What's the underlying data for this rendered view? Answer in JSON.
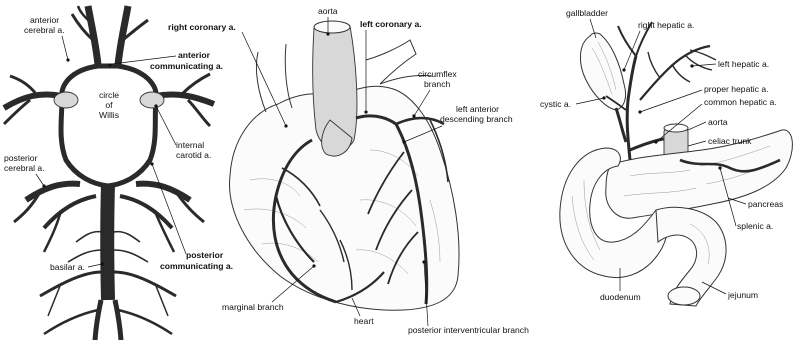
{
  "panels": [
    {
      "id": "brain",
      "labels": {
        "anterior_cerebral_line1": "anterior",
        "anterior_cerebral_line2": "cerebral a.",
        "anterior_communicating_line1": "anterior",
        "anterior_communicating_line2": "communicating a.",
        "circle_line1": "circle",
        "circle_line2": "of",
        "circle_line3": "Willis",
        "internal_carotid_line1": "internal",
        "internal_carotid_line2": "carotid a.",
        "posterior_cerebral_line1": "posterior",
        "posterior_cerebral_line2": "cerebral a.",
        "posterior_communicating_line1": "posterior",
        "posterior_communicating_line2": "communicating a.",
        "basilar": "basilar a."
      }
    },
    {
      "id": "heart",
      "labels": {
        "right_coronary": "right coronary a.",
        "aorta": "aorta",
        "left_coronary": "left coronary a.",
        "circumflex_line1": "circumflex",
        "circumflex_line2": "branch",
        "left_anterior_line1": "left anterior",
        "left_anterior_line2": "descending branch",
        "marginal": "marginal branch",
        "heart": "heart",
        "posterior_interventricular": "posterior interventricular branch"
      }
    },
    {
      "id": "abdomen",
      "labels": {
        "gallbladder": "gallbladder",
        "right_hepatic": "right hepatic a.",
        "left_hepatic": "left hepatic a.",
        "cystic": "cystic a.",
        "proper_hepatic": "proper hepatic a.",
        "common_hepatic": "common hepatic a.",
        "aorta": "aorta",
        "celiac_trunk": "celiac trunk",
        "pancreas": "pancreas",
        "splenic": "splenic a.",
        "duodenum": "duodenum",
        "jejunum": "jejunum"
      }
    }
  ]
}
